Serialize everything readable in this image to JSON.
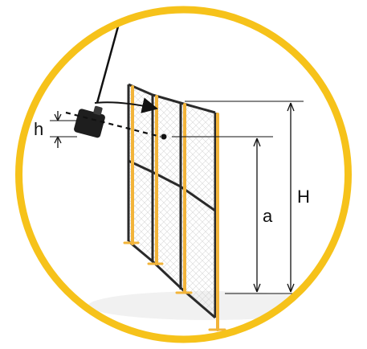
{
  "labels": {
    "h": "h",
    "a": "a",
    "H": "H"
  },
  "colors": {
    "ring": "#f6c21a",
    "frame": "#2a2a2a",
    "post": "#f2b43a",
    "mesh": "#c9c9c9",
    "line": "#111111"
  },
  "icons": {
    "device": "sensor-head-icon",
    "arrow": "movement-arrow-icon"
  }
}
